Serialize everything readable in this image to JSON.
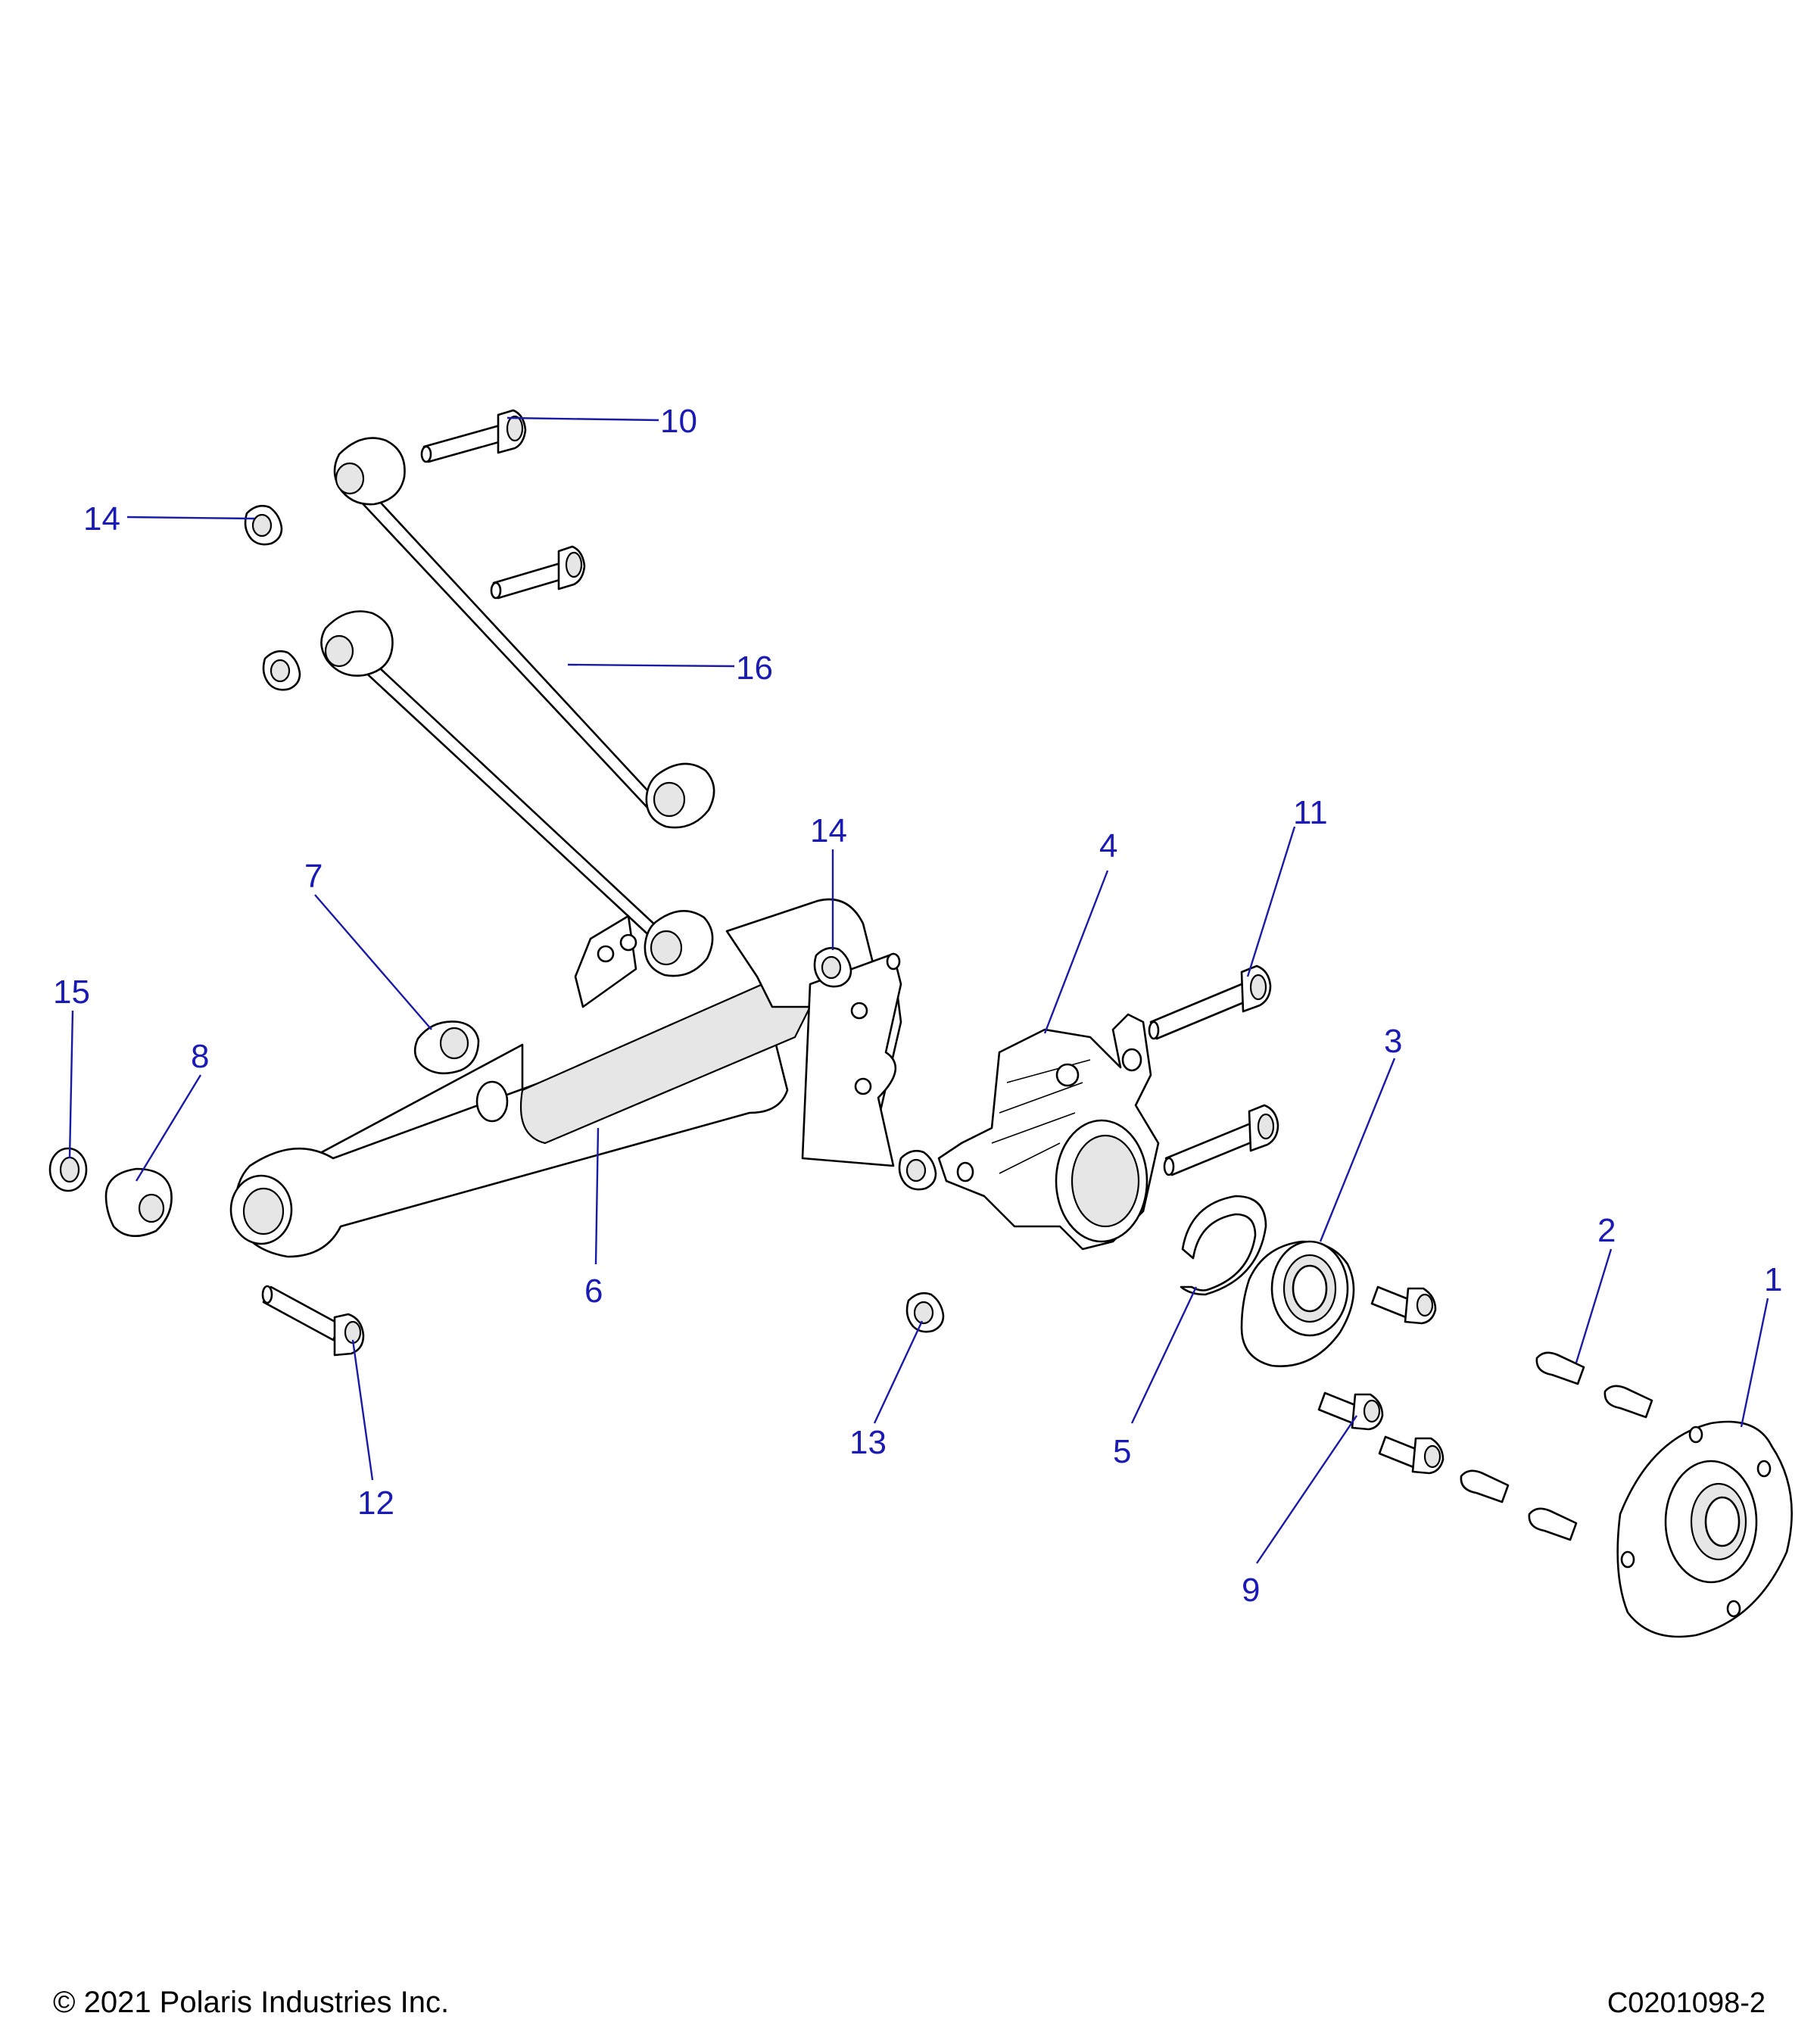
{
  "diagram": {
    "callouts": [
      {
        "id": "c1",
        "label": "1"
      },
      {
        "id": "c2",
        "label": "2"
      },
      {
        "id": "c3",
        "label": "3"
      },
      {
        "id": "c4",
        "label": "4"
      },
      {
        "id": "c5",
        "label": "5"
      },
      {
        "id": "c6",
        "label": "6"
      },
      {
        "id": "c7",
        "label": "7"
      },
      {
        "id": "c8",
        "label": "8"
      },
      {
        "id": "c9",
        "label": "9"
      },
      {
        "id": "c10",
        "label": "10"
      },
      {
        "id": "c11",
        "label": "11"
      },
      {
        "id": "c12",
        "label": "12"
      },
      {
        "id": "c13",
        "label": "13"
      },
      {
        "id": "c14a",
        "label": "14"
      },
      {
        "id": "c14b",
        "label": "14"
      },
      {
        "id": "c15",
        "label": "15"
      },
      {
        "id": "c16",
        "label": "16"
      }
    ],
    "colors": {
      "callout": "#1a1ab4",
      "line_art": "#000000",
      "background": "#ffffff"
    }
  },
  "footer": {
    "copyright": "© 2021 Polaris Industries Inc.",
    "drawing_number": "C0201098-2"
  }
}
